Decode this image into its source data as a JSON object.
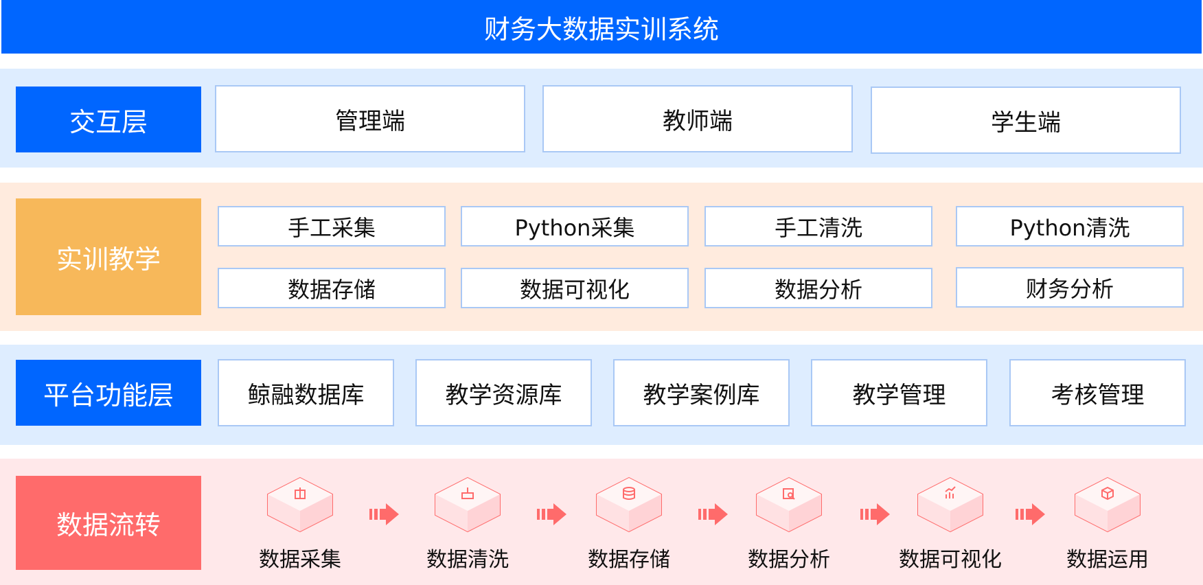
{
  "title": "财务大数据实训系统",
  "interaction_layer": {
    "label": "交互层",
    "items": [
      "管理端",
      "教师端",
      "学生端"
    ]
  },
  "training_teaching": {
    "label": "实训教学",
    "row1": [
      "手工采集",
      "Python采集",
      "手工清洗",
      "Python清洗"
    ],
    "row2": [
      "数据存储",
      "数据可视化",
      "数据分析",
      "财务分析"
    ]
  },
  "platform_layer": {
    "label": "平台功能层",
    "items": [
      "鲸融数据库",
      "教学资源库",
      "教学案例库",
      "教学管理",
      "考核管理"
    ]
  },
  "data_flow": {
    "label": "数据流转",
    "steps": [
      {
        "label": "数据采集",
        "icon": "box-icon"
      },
      {
        "label": "数据清洗",
        "icon": "broom-icon"
      },
      {
        "label": "数据存储",
        "icon": "database-icon"
      },
      {
        "label": "数据分析",
        "icon": "analysis-icon"
      },
      {
        "label": "数据可视化",
        "icon": "chart-icon"
      },
      {
        "label": "数据运用",
        "icon": "cube-icon"
      }
    ]
  },
  "colors": {
    "primary_blue": "#0066ff",
    "orange": "#f7b85a",
    "red": "#ff6b6b",
    "band_blue": "#deedff",
    "band_orange": "#ffebde",
    "band_pink": "#ffe8ea"
  }
}
